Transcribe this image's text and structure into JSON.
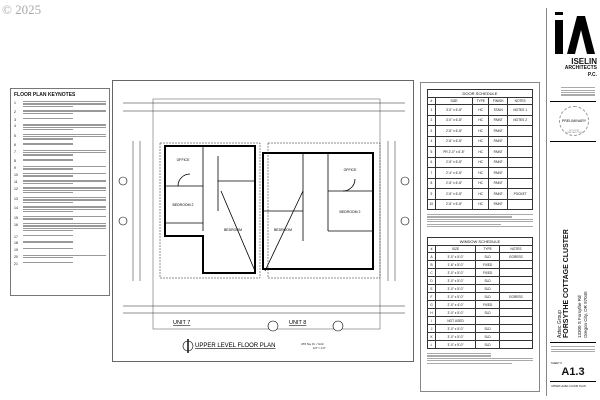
{
  "copyright": "© 2025",
  "keynotes": {
    "title": "FLOOR PLAN KEYNOTES",
    "numbers": [
      "1",
      "2",
      "3",
      "4",
      "5",
      "6",
      "7",
      "8",
      "9",
      "10",
      "11",
      "12",
      "13",
      "14",
      "15",
      "16",
      "17",
      "18",
      "19",
      "20",
      "21"
    ]
  },
  "plan": {
    "unit_left": "UNIT 7",
    "unit_right": "UNIT 8",
    "title": "UPPER LEVEL FLOOR PLAN",
    "area": "476 Sq. Ft. / Unit",
    "scale": "1/4\" = 1'-0\"",
    "rooms": [
      "OFFICE",
      "BEDROOM 2",
      "BEDROOM",
      "OFFICE",
      "BEDROOM 2",
      "BEDROOM"
    ]
  },
  "door_schedule": {
    "title": "DOOR SCHEDULE",
    "headers": [
      "#",
      "SIZE",
      "TYPE",
      "FINISH",
      "NOTES"
    ],
    "rows": [
      [
        "1",
        "3'-0\" x 6'-8\"",
        "HC",
        "STAIN",
        "NOTES 1"
      ],
      [
        "2",
        "3'-0\" x 6'-8\"",
        "HC",
        "PAINT",
        "NOTES 2"
      ],
      [
        "3",
        "2'-6\" x 6'-8\"",
        "HC",
        "PAINT",
        ""
      ],
      [
        "4",
        "2'-6\" x 6'-8\"",
        "HC",
        "PAINT",
        ""
      ],
      [
        "5",
        "PR 2'-0\" x 6'-8\"",
        "HC",
        "PAINT",
        ""
      ],
      [
        "6",
        "2'-6\" x 6'-8\"",
        "HC",
        "PAINT",
        ""
      ],
      [
        "7",
        "2'-4\" x 6'-8\"",
        "HC",
        "PAINT",
        ""
      ],
      [
        "8",
        "2'-6\" x 6'-8\"",
        "HC",
        "PAINT",
        ""
      ],
      [
        "9",
        "2'-6\" x 6'-8\"",
        "HC",
        "PAINT",
        "POCKET"
      ],
      [
        "10",
        "2'-6\" x 6'-8\"",
        "HC",
        "PAINT",
        ""
      ]
    ]
  },
  "window_schedule": {
    "title": "WINDOW SCHEDULE",
    "headers": [
      "#",
      "SIZE",
      "TYPE",
      "NOTES"
    ],
    "rows": [
      [
        "A",
        "3'-0\" x 5'-0\"",
        "SLD",
        "EGRESS"
      ],
      [
        "B",
        "1'-6\" x 5'-0\"",
        "FIXED",
        ""
      ],
      [
        "C",
        "3'-0\" x 5'-0\"",
        "FIXED",
        ""
      ],
      [
        "D",
        "3'-0\" x 5'-0\"",
        "SLD",
        ""
      ],
      [
        "E",
        "3'-0\" x 5'-0\"",
        "SLD",
        ""
      ],
      [
        "F",
        "3'-0\" x 5'-0\"",
        "SLD",
        "EGRESS"
      ],
      [
        "G",
        "2'-0\" x 4'-0\"",
        "FIXED",
        ""
      ],
      [
        "H",
        "3'-0\" x 5'-0\"",
        "SLD",
        ""
      ],
      [
        "I",
        "NOT USED",
        "",
        ""
      ],
      [
        "J",
        "3'-0\" x 5'-0\"",
        "SLD",
        ""
      ],
      [
        "K",
        "3'-0\" x 5'-0\"",
        "SLD",
        ""
      ],
      [
        "L",
        "3'-0\" x 5'-0\"",
        "SLD",
        ""
      ]
    ]
  },
  "title_block": {
    "firm_line1": "ISELIN",
    "firm_line2": "ARCHITECTS",
    "firm_line3": "P.C.",
    "stamp": "PRELIMINARY",
    "stamp_ring": "NOT FOR CONSTRUCTION",
    "client": "Aztec Group",
    "project": "FORSYTHE COTTAGE CLUSTER",
    "address1": "13300 S Forsythe Rd",
    "address2": "Oregon City, OR 97045",
    "sheet_label": "SHEET #",
    "sheet_number": "A1.3",
    "sheet_title": "UPPER LEVEL FLOOR PLAN"
  }
}
